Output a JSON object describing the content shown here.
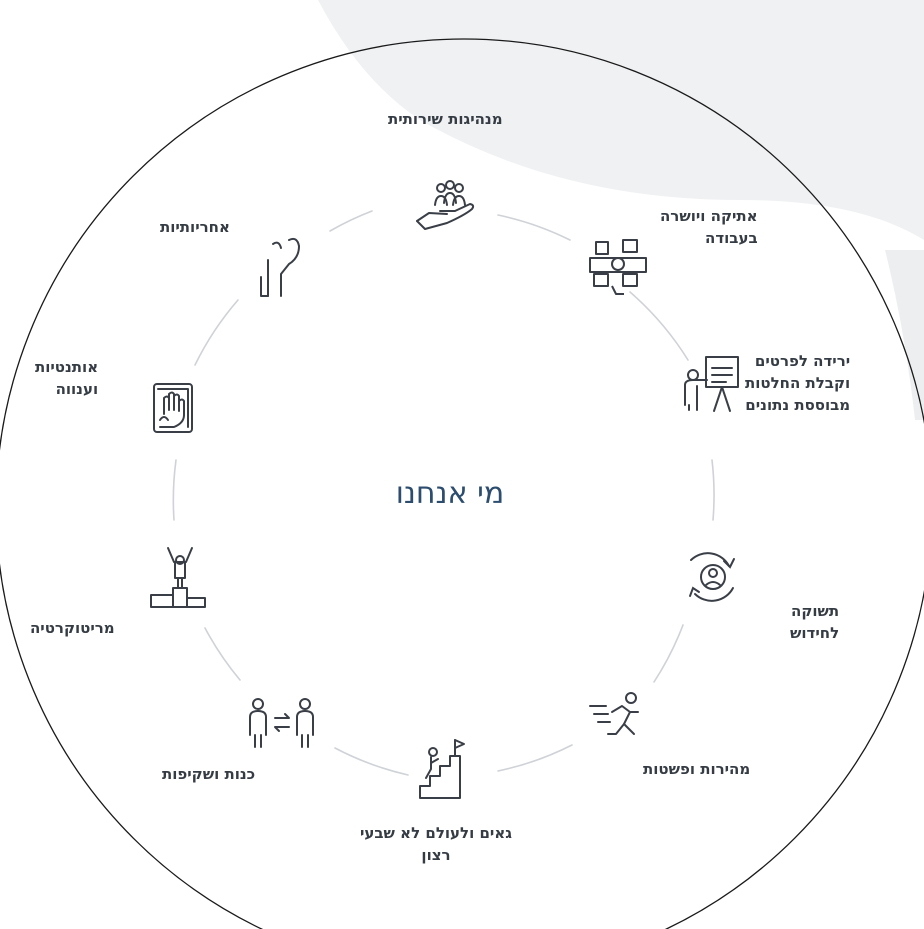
{
  "center": {
    "title": "מי אנחנו"
  },
  "values": [
    {
      "id": "servant-leadership",
      "lines": [
        "מנהיגות שירותית"
      ],
      "icon": "hands-holding-people-icon"
    },
    {
      "id": "ethics",
      "lines": [
        "אתיקה ויושרה",
        "בעבודה"
      ],
      "icon": "puzzle-handshake-icon"
    },
    {
      "id": "data-driven",
      "lines": [
        "ירידה לפרטים",
        "וקבלת החלטות",
        "מבוססת נתונים"
      ],
      "icon": "presenter-board-icon"
    },
    {
      "id": "innovation",
      "lines": [
        "תשוקה",
        "לחידוש"
      ],
      "icon": "refresh-person-icon"
    },
    {
      "id": "speed",
      "lines": [
        "מהירות ופשטות"
      ],
      "icon": "running-person-icon"
    },
    {
      "id": "pride",
      "lines": [
        "גאים ולעולם לא שבעי",
        "רצון"
      ],
      "icon": "climbing-stairs-flag-icon"
    },
    {
      "id": "transparency",
      "lines": [
        "כנות ושקיפות"
      ],
      "icon": "two-people-exchange-icon"
    },
    {
      "id": "meritocracy",
      "lines": [
        "מריטוקרטיה"
      ],
      "icon": "podium-winner-icon"
    },
    {
      "id": "authenticity",
      "lines": [
        "אותנטיות",
        "וענווה"
      ],
      "icon": "hand-on-book-icon"
    },
    {
      "id": "responsibility",
      "lines": [
        "אחריותיות"
      ],
      "icon": "raised-hand-icon"
    }
  ]
}
